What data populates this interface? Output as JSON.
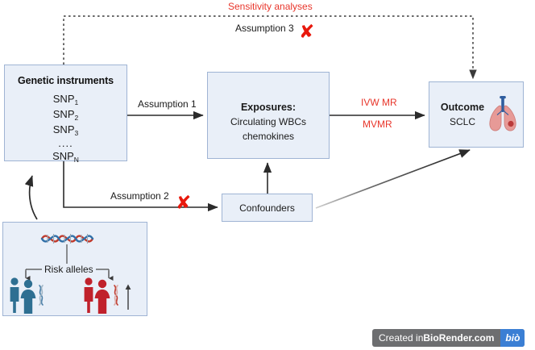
{
  "figure": {
    "type": "mendelian-randomization-diagram",
    "background": "#ffffff",
    "box_fill": "#e9eff8",
    "box_border": "#9fb4d4",
    "red_accent": "#e8352a",
    "arrow_color": "#2b2b2b"
  },
  "nodes": {
    "genetic_instruments": {
      "title": "Genetic instruments",
      "snps": [
        "SNP",
        "SNP",
        "SNP",
        "SNP"
      ],
      "subscripts": [
        "1",
        "2",
        "3",
        "N"
      ],
      "ellipsis": "....",
      "snp1": "SNP",
      "sub1": "1",
      "snp2": "SNP",
      "sub2": "2",
      "snp3": "SNP",
      "sub3": "3",
      "snpn": "SNP",
      "subn": "N"
    },
    "exposures": {
      "title": "Exposures:",
      "line1": "Circulating WBCs",
      "line2": "chemokines"
    },
    "outcome": {
      "title": "Outcome",
      "subtitle": "SCLC",
      "icon": "lungs-icon"
    },
    "confounders": {
      "label": "Confounders"
    },
    "illustration": {
      "label": "Risk alleles",
      "icon_dna": "dna-helix-icon",
      "icon_people_low": "people-blue-icon",
      "icon_people_high": "people-red-icon",
      "icon_arrow_up": "increase-arrow-icon"
    }
  },
  "edges": {
    "assumption1": "Assumption 1",
    "assumption2": "Assumption 2",
    "assumption3": "Assumption 3",
    "sensitivity": "Sensitivity analyses",
    "ivw_mr": "IVW MR",
    "mvmr": "MVMR",
    "x_mark": "✘"
  },
  "watermark": {
    "prefix": "Created in ",
    "brand": "BioRender.com",
    "logo": "biò"
  }
}
